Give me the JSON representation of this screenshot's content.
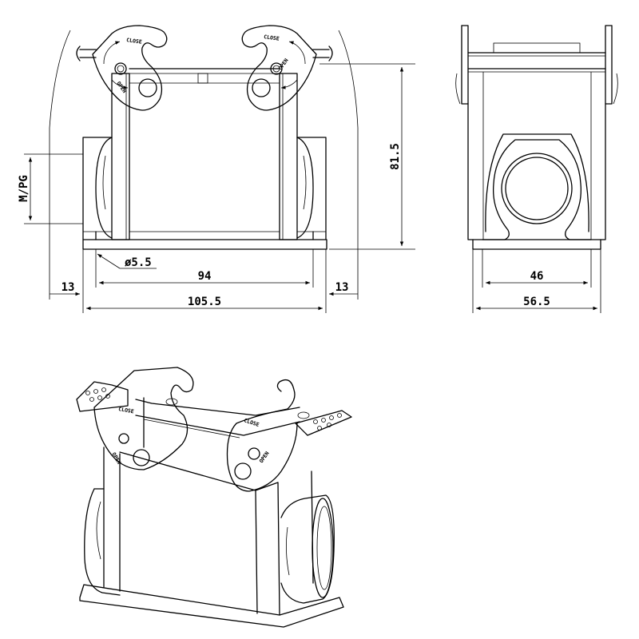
{
  "dimensions": {
    "width_total": "105.5",
    "width_inner": "94",
    "offset_left": "13",
    "offset_right": "13",
    "height": "81.5",
    "hole_dia": "ø5.5",
    "cable_entry": "M/PG",
    "side_inner": "46",
    "side_total": "56.5"
  },
  "lever_labels": {
    "close": "CLOSE",
    "open": "OPEN"
  }
}
